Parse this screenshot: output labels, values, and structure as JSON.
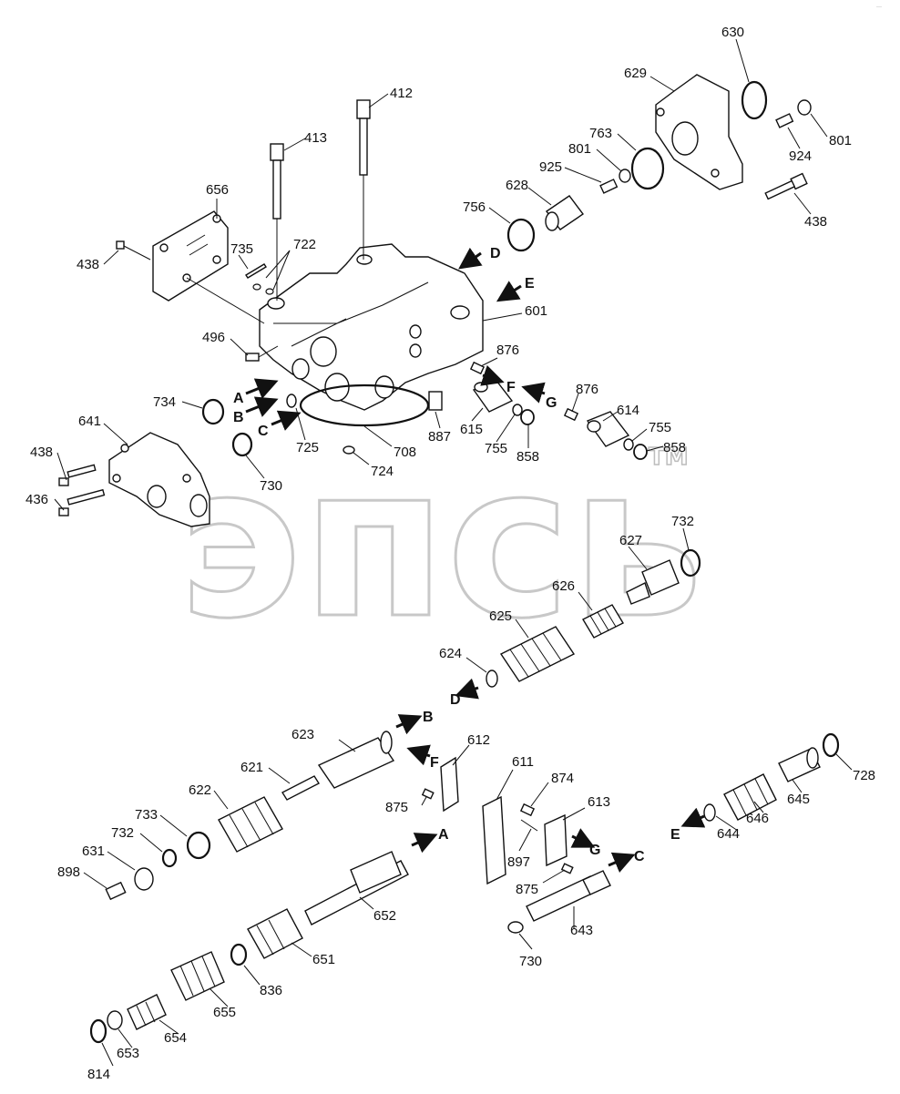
{
  "corner_mark": "…",
  "watermark": {
    "text": "эпсь",
    "tm": "TM"
  },
  "callouts": {
    "c412": "412",
    "c413": "413",
    "c656": "656",
    "c438a": "438",
    "c735": "735",
    "c722": "722",
    "c496": "496",
    "c734": "734",
    "c641": "641",
    "c438b": "438",
    "c436": "436",
    "c730a": "730",
    "c725": "725",
    "c708": "708",
    "c724": "724",
    "c887": "887",
    "c615": "615",
    "c755a": "755",
    "c858a": "858",
    "c876a": "876",
    "c876b": "876",
    "c614": "614",
    "c755b": "755",
    "c858b": "858",
    "c601": "601",
    "c756": "756",
    "c628": "628",
    "c925": "925",
    "c801a": "801",
    "c763": "763",
    "c629": "629",
    "c630": "630",
    "c801b": "801",
    "c924": "924",
    "c438c": "438",
    "c732a": "732",
    "c627": "627",
    "c626": "626",
    "c625": "625",
    "c624": "624",
    "c623": "623",
    "c621": "621",
    "c612": "612",
    "c611": "611",
    "c874": "874",
    "c613": "613",
    "c875a": "875",
    "c875b": "875",
    "c897": "897",
    "c622": "622",
    "c733": "733",
    "c732b": "732",
    "c631": "631",
    "c898": "898",
    "c652": "652",
    "c651": "651",
    "c836": "836",
    "c655": "655",
    "c654": "654",
    "c653": "653",
    "c814": "814",
    "c643": "643",
    "c730b": "730",
    "c728": "728",
    "c645": "645",
    "c646": "646",
    "c644": "644"
  },
  "port_labels": {
    "A1": "A",
    "B1": "B",
    "C1": "C",
    "D1": "D",
    "E1": "E",
    "F1": "F",
    "G1": "G",
    "D2": "D",
    "B2": "B",
    "F2": "F",
    "A2": "A",
    "G2": "G",
    "C2": "C",
    "E2": "E"
  }
}
